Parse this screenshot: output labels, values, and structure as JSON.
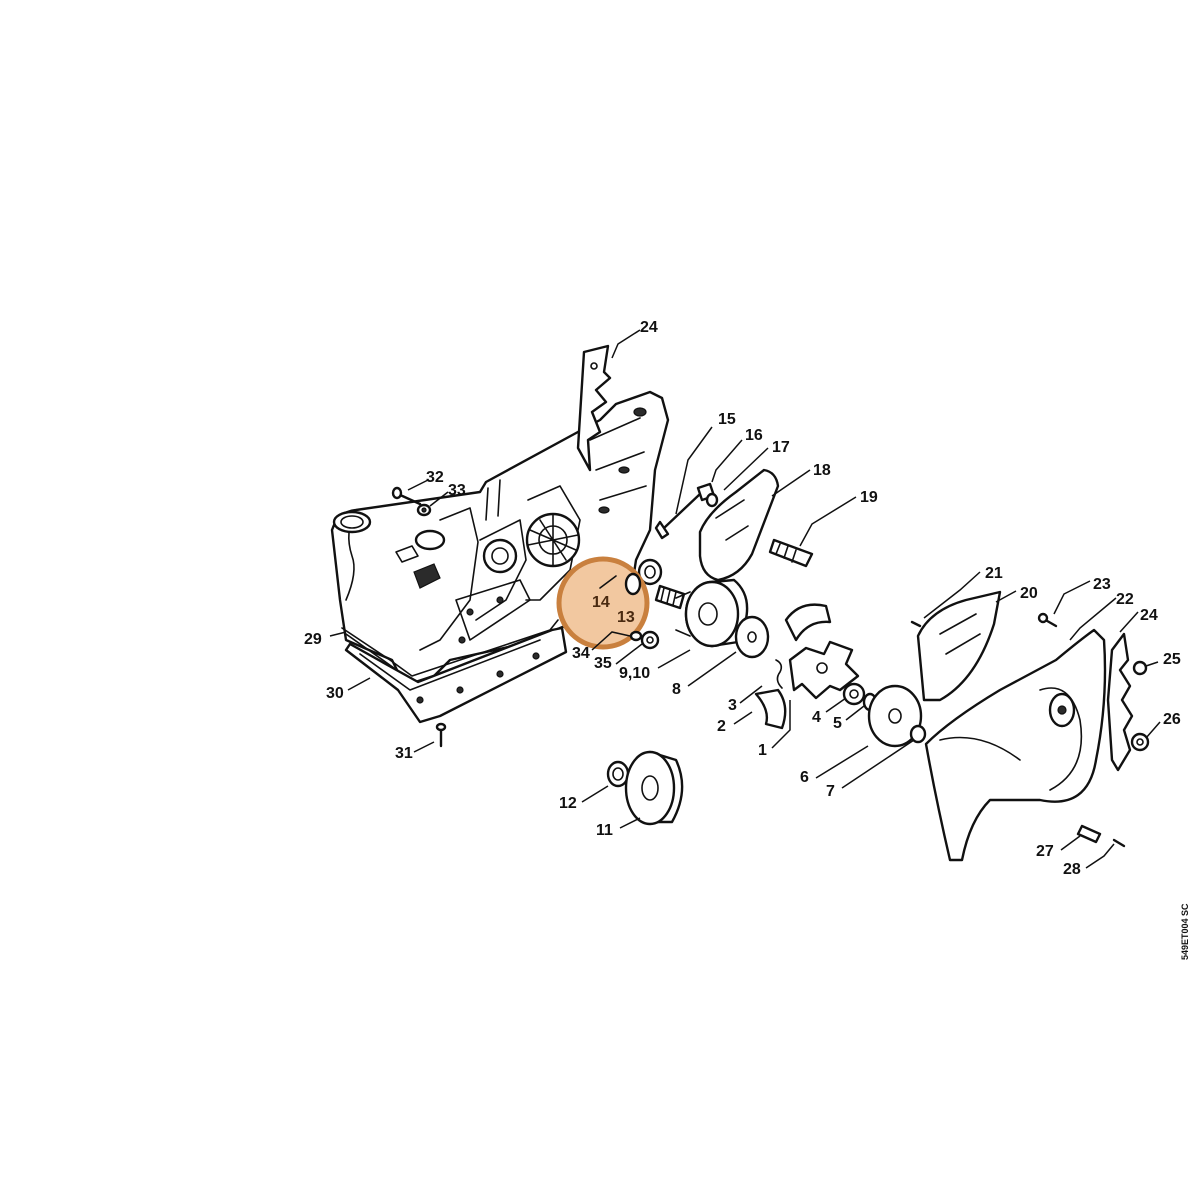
{
  "highlight": {
    "color": "#c9803e",
    "fill": "#f2c8a0"
  },
  "drawing_code": "549ET004 SC",
  "labels": {
    "l1": "1",
    "l2": "2",
    "l3": "3",
    "l4": "4",
    "l5": "5",
    "l6": "6",
    "l7": "7",
    "l8": "8",
    "l9_10": "9,10",
    "l11": "11",
    "l12": "12",
    "l13": "13",
    "l14": "14",
    "l15": "15",
    "l16": "16",
    "l17": "17",
    "l18": "18",
    "l19": "19",
    "l20": "20",
    "l21": "21",
    "l22": "22",
    "l23": "23",
    "l24a": "24",
    "l24b": "24",
    "l25": "25",
    "l26": "26",
    "l27": "27",
    "l28": "28",
    "l29": "29",
    "l30": "30",
    "l31": "31",
    "l32": "32",
    "l33": "33",
    "l34": "34",
    "l35": "35"
  }
}
